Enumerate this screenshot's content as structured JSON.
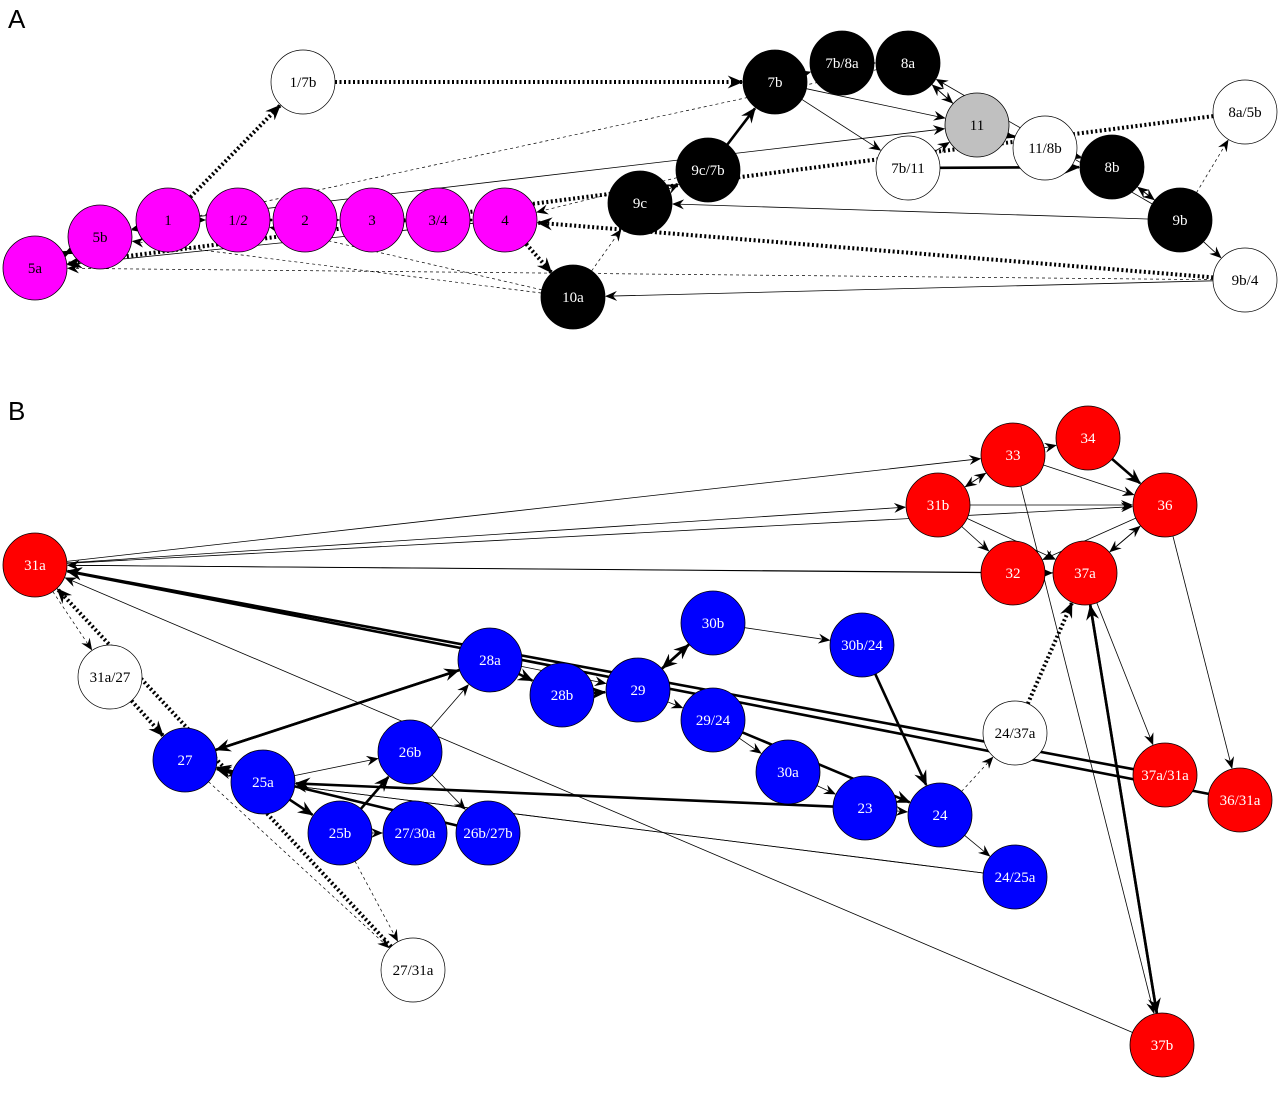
{
  "panels": [
    {
      "label": "A"
    },
    {
      "label": "B"
    }
  ],
  "colors": {
    "magenta": "#ff00ff",
    "black": "#000000",
    "gray": "#c0c0c0",
    "white": "#ffffff",
    "blue": "#0000ff",
    "red": "#ff0000"
  },
  "nodes": [
    {
      "id": "5a",
      "label": "5a",
      "color": "magenta"
    },
    {
      "id": "5b",
      "label": "5b",
      "color": "magenta"
    },
    {
      "id": "1",
      "label": "1",
      "color": "magenta"
    },
    {
      "id": "1/2",
      "label": "1/2",
      "color": "magenta"
    },
    {
      "id": "2",
      "label": "2",
      "color": "magenta"
    },
    {
      "id": "3",
      "label": "3",
      "color": "magenta"
    },
    {
      "id": "3/4",
      "label": "3/4",
      "color": "magenta"
    },
    {
      "id": "4",
      "label": "4",
      "color": "magenta"
    },
    {
      "id": "1/7b",
      "label": "1/7b",
      "color": "white"
    },
    {
      "id": "10a",
      "label": "10a",
      "color": "black"
    },
    {
      "id": "9c",
      "label": "9c",
      "color": "black"
    },
    {
      "id": "9c/7b",
      "label": "9c/7b",
      "color": "black"
    },
    {
      "id": "7b",
      "label": "7b",
      "color": "black"
    },
    {
      "id": "7b/8a",
      "label": "7b/8a",
      "color": "black"
    },
    {
      "id": "8a",
      "label": "8a",
      "color": "black"
    },
    {
      "id": "11",
      "label": "11",
      "color": "gray"
    },
    {
      "id": "11/8b",
      "label": "11/8b",
      "color": "white"
    },
    {
      "id": "7b/11",
      "label": "7b/11",
      "color": "white"
    },
    {
      "id": "8b",
      "label": "8b",
      "color": "black"
    },
    {
      "id": "9b",
      "label": "9b",
      "color": "black"
    },
    {
      "id": "8a/5b",
      "label": "8a/5b",
      "color": "white"
    },
    {
      "id": "9b/4",
      "label": "9b/4",
      "color": "white"
    },
    {
      "id": "31a",
      "label": "31a",
      "color": "red"
    },
    {
      "id": "31a/27",
      "label": "31a/27",
      "color": "white"
    },
    {
      "id": "27",
      "label": "27",
      "color": "blue"
    },
    {
      "id": "25a",
      "label": "25a",
      "color": "blue"
    },
    {
      "id": "25b",
      "label": "25b",
      "color": "blue"
    },
    {
      "id": "27/30a",
      "label": "27/30a",
      "color": "blue"
    },
    {
      "id": "26b",
      "label": "26b",
      "color": "blue"
    },
    {
      "id": "26b/27b",
      "label": "26b/27b",
      "color": "blue"
    },
    {
      "id": "28a",
      "label": "28a",
      "color": "blue"
    },
    {
      "id": "28b",
      "label": "28b",
      "color": "blue"
    },
    {
      "id": "29",
      "label": "29",
      "color": "blue"
    },
    {
      "id": "29/24",
      "label": "29/24",
      "color": "blue"
    },
    {
      "id": "30b",
      "label": "30b",
      "color": "blue"
    },
    {
      "id": "30b/24",
      "label": "30b/24",
      "color": "blue"
    },
    {
      "id": "30a",
      "label": "30a",
      "color": "blue"
    },
    {
      "id": "23",
      "label": "23",
      "color": "blue"
    },
    {
      "id": "24",
      "label": "24",
      "color": "blue"
    },
    {
      "id": "24/25a",
      "label": "24/25a",
      "color": "blue"
    },
    {
      "id": "24/37a",
      "label": "24/37a",
      "color": "white"
    },
    {
      "id": "27/31a",
      "label": "27/31a",
      "color": "white"
    },
    {
      "id": "31b",
      "label": "31b",
      "color": "red"
    },
    {
      "id": "33",
      "label": "33",
      "color": "red"
    },
    {
      "id": "34",
      "label": "34",
      "color": "red"
    },
    {
      "id": "36",
      "label": "36",
      "color": "red"
    },
    {
      "id": "32",
      "label": "32",
      "color": "red"
    },
    {
      "id": "37a",
      "label": "37a",
      "color": "red"
    },
    {
      "id": "37a/31a",
      "label": "37a/31a",
      "color": "red"
    },
    {
      "id": "36/31a",
      "label": "36/31a",
      "color": "red"
    },
    {
      "id": "37b",
      "label": "37b",
      "color": "red"
    }
  ],
  "edges": [
    {
      "from": "5b",
      "to": "5a",
      "style": "thick"
    },
    {
      "from": "5a",
      "to": "5b",
      "style": "thin"
    },
    {
      "from": "1",
      "to": "5b",
      "style": "thin"
    },
    {
      "from": "1",
      "to": "1/2",
      "style": "thin"
    },
    {
      "from": "1/2",
      "to": "2",
      "style": "medium"
    },
    {
      "from": "2",
      "to": "3",
      "style": "thin"
    },
    {
      "from": "3",
      "to": "3/4",
      "style": "thin"
    },
    {
      "from": "3/4",
      "to": "4",
      "style": "medium"
    },
    {
      "from": "1",
      "to": "1/7b",
      "style": "dotted"
    },
    {
      "from": "1/7b",
      "to": "7b",
      "style": "dotted"
    },
    {
      "from": "4",
      "to": "10a",
      "style": "dotted"
    },
    {
      "from": "10a",
      "to": "9c",
      "style": "dashed"
    },
    {
      "from": "9c",
      "to": "9c/7b",
      "style": "thin"
    },
    {
      "from": "9c/7b",
      "to": "7b",
      "style": "medium"
    },
    {
      "from": "7b",
      "to": "7b/8a",
      "style": "thin"
    },
    {
      "from": "7b/8a",
      "to": "8a",
      "style": "thin"
    },
    {
      "from": "7b",
      "to": "11",
      "style": "thin"
    },
    {
      "from": "7b",
      "to": "7b/11",
      "style": "thin"
    },
    {
      "from": "7b/11",
      "to": "11",
      "style": "thin"
    },
    {
      "from": "11",
      "to": "8a",
      "style": "thin"
    },
    {
      "from": "8a",
      "to": "11",
      "style": "thin"
    },
    {
      "from": "11",
      "to": "11/8b",
      "style": "thin"
    },
    {
      "from": "11",
      "to": "8b",
      "style": "medium"
    },
    {
      "from": "11/8b",
      "to": "8b",
      "style": "thin"
    },
    {
      "from": "7b/11",
      "to": "8b",
      "style": "medium"
    },
    {
      "from": "8b",
      "to": "9b",
      "style": "thin"
    },
    {
      "from": "9b",
      "to": "8b",
      "style": "thin"
    },
    {
      "from": "9b",
      "to": "8a",
      "style": "thin"
    },
    {
      "from": "9b",
      "to": "8a/5b",
      "style": "dashed"
    },
    {
      "from": "8a/5b",
      "to": "5a",
      "style": "dotted"
    },
    {
      "from": "9b",
      "to": "9b/4",
      "style": "thin"
    },
    {
      "from": "9b/4",
      "to": "4",
      "style": "dotted"
    },
    {
      "from": "9b/4",
      "to": "10a",
      "style": "thin"
    },
    {
      "from": "9b",
      "to": "9c",
      "style": "thin"
    },
    {
      "from": "9c/7b",
      "to": "4",
      "style": "dashed"
    },
    {
      "from": "8a",
      "to": "5b",
      "style": "dashed"
    },
    {
      "from": "10a",
      "to": "5b",
      "style": "dashed"
    },
    {
      "from": "10a",
      "to": "1/2",
      "style": "dashed"
    },
    {
      "from": "4",
      "to": "5a",
      "style": "thin"
    },
    {
      "from": "9b/4",
      "to": "5a",
      "style": "dashed"
    },
    {
      "from": "1",
      "to": "11",
      "style": "thin"
    },
    {
      "from": "31a",
      "to": "31a/27",
      "style": "dashed"
    },
    {
      "from": "31a/27",
      "to": "27",
      "style": "dotted"
    },
    {
      "from": "27",
      "to": "28a",
      "style": "medium"
    },
    {
      "from": "28a",
      "to": "27",
      "style": "medium"
    },
    {
      "from": "25a",
      "to": "27",
      "style": "medium"
    },
    {
      "from": "25a",
      "to": "26b",
      "style": "thin"
    },
    {
      "from": "25a",
      "to": "25b",
      "style": "medium"
    },
    {
      "from": "25b",
      "to": "26b",
      "style": "medium"
    },
    {
      "from": "25b",
      "to": "27/30a",
      "style": "thin"
    },
    {
      "from": "26b",
      "to": "26b/27b",
      "style": "thin"
    },
    {
      "from": "26b",
      "to": "28a",
      "style": "thin"
    },
    {
      "from": "28a",
      "to": "28b",
      "style": "medium"
    },
    {
      "from": "28a",
      "to": "29",
      "style": "thin"
    },
    {
      "from": "28b",
      "to": "29",
      "style": "medium"
    },
    {
      "from": "29",
      "to": "30b",
      "style": "medium"
    },
    {
      "from": "30b",
      "to": "29",
      "style": "medium"
    },
    {
      "from": "29",
      "to": "29/24",
      "style": "thin"
    },
    {
      "from": "30b",
      "to": "30b/24",
      "style": "thin"
    },
    {
      "from": "30b/24",
      "to": "24",
      "style": "medium"
    },
    {
      "from": "29/24",
      "to": "24",
      "style": "medium"
    },
    {
      "from": "29/24",
      "to": "30a",
      "style": "thin"
    },
    {
      "from": "30a",
      "to": "23",
      "style": "thin"
    },
    {
      "from": "23",
      "to": "24",
      "style": "thin"
    },
    {
      "from": "24",
      "to": "24/25a",
      "style": "thin"
    },
    {
      "from": "24",
      "to": "24/37a",
      "style": "dashed"
    },
    {
      "from": "24/37a",
      "to": "37a",
      "style": "dotted"
    },
    {
      "from": "24/25a",
      "to": "25a",
      "style": "thin"
    },
    {
      "from": "23",
      "to": "25a",
      "style": "medium"
    },
    {
      "from": "26b/27b",
      "to": "27",
      "style": "medium"
    },
    {
      "from": "27",
      "to": "27/31a",
      "style": "dashed"
    },
    {
      "from": "27/31a",
      "to": "31a",
      "style": "dotted"
    },
    {
      "from": "25b",
      "to": "27/31a",
      "style": "dashed"
    },
    {
      "from": "31a",
      "to": "31b",
      "style": "thin"
    },
    {
      "from": "31a",
      "to": "33",
      "style": "thin"
    },
    {
      "from": "31a",
      "to": "36",
      "style": "thin"
    },
    {
      "from": "31b",
      "to": "33",
      "style": "thin"
    },
    {
      "from": "33",
      "to": "31b",
      "style": "thin"
    },
    {
      "from": "33",
      "to": "34",
      "style": "thin"
    },
    {
      "from": "34",
      "to": "36",
      "style": "medium"
    },
    {
      "from": "31b",
      "to": "32",
      "style": "thin"
    },
    {
      "from": "31b",
      "to": "37a",
      "style": "thin"
    },
    {
      "from": "33",
      "to": "36",
      "style": "thin"
    },
    {
      "from": "31b",
      "to": "36",
      "style": "thin"
    },
    {
      "from": "32",
      "to": "37a",
      "style": "thin"
    },
    {
      "from": "36",
      "to": "37a",
      "style": "thin"
    },
    {
      "from": "37a",
      "to": "36",
      "style": "thin"
    },
    {
      "from": "36",
      "to": "32",
      "style": "thin"
    },
    {
      "from": "32",
      "to": "31a",
      "style": "thin"
    },
    {
      "from": "37a",
      "to": "31a",
      "style": "thin"
    },
    {
      "from": "37a",
      "to": "37a/31a",
      "style": "thin"
    },
    {
      "from": "36",
      "to": "36/31a",
      "style": "thin"
    },
    {
      "from": "37a/31a",
      "to": "31a",
      "style": "medium"
    },
    {
      "from": "36/31a",
      "to": "31a",
      "style": "medium"
    },
    {
      "from": "37a",
      "to": "37b",
      "style": "medium"
    },
    {
      "from": "37b",
      "to": "37a",
      "style": "medium"
    },
    {
      "from": "37b",
      "to": "31a",
      "style": "thin"
    },
    {
      "from": "33",
      "to": "37b",
      "style": "thin"
    },
    {
      "from": "24/25a",
      "to": "25a",
      "style": "thin"
    }
  ]
}
